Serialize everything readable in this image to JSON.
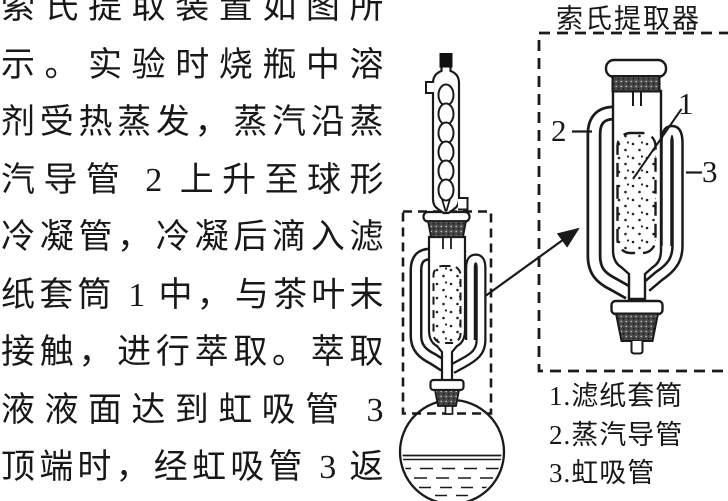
{
  "text_block": {
    "lines": [
      "索氏提取装置如图所",
      "示。实验时烧瓶中溶",
      "剂受热蒸发，蒸汽沿蒸",
      "汽导管 2 上升至球形",
      "冷凝管，冷凝后滴入滤",
      "纸套筒 1 中，与茶叶末",
      "接触，进行萃取。萃取",
      "液液面达到虹吸管 3",
      "顶端时，经虹吸管 3 返"
    ]
  },
  "diagram": {
    "title": "索氏提取器",
    "part_labels": {
      "thimble": "1",
      "vapor_tube": "2",
      "siphon": "3"
    },
    "legend": [
      "1.滤纸套筒",
      "2.蒸汽导管",
      "3.虹吸管"
    ],
    "colors": {
      "ink": "#1a1a1a",
      "paper": "#ffffff",
      "stopper_fill": "#474747",
      "condenser_plug": "#111111"
    }
  }
}
